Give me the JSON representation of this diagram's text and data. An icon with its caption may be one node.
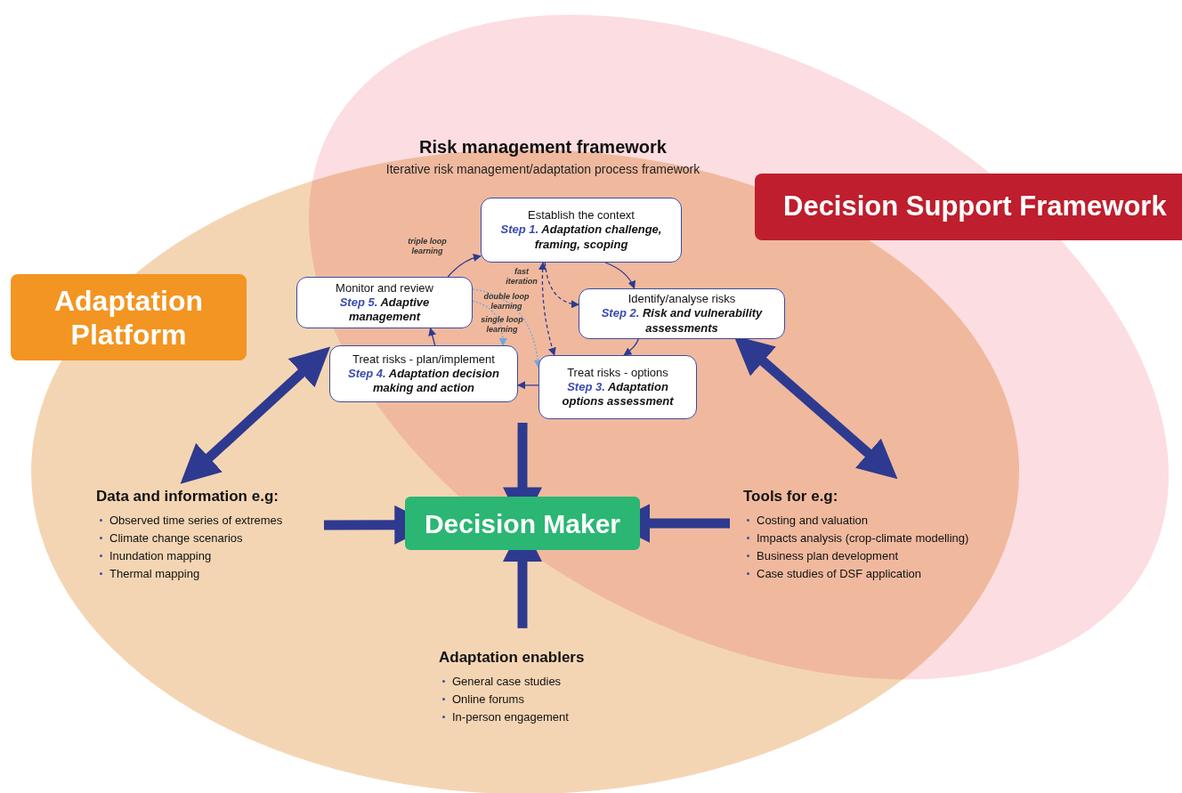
{
  "diagram": {
    "nodes": [
      {
        "text": [
          "Adaptation Platform"
        ]
      },
      {
        "text": [
          "Decision Support Framework"
        ]
      },
      {
        "text": [
          "Risk management framework",
          "Iterative risk management/adaptation process framework"
        ]
      },
      {
        "text": [
          "Establish the context",
          "Step 1.",
          "Adaptation challenge, framing, scoping"
        ],
        "in": 2
      },
      {
        "text": [
          "Identify/analyse risks",
          "Step 2.",
          "Risk and vulnerability assessments"
        ],
        "in": 2
      },
      {
        "text": [
          "Treat risks - options",
          "Step 3.",
          "Adaptation options assessment"
        ],
        "in": 2
      },
      {
        "text": [
          "Treat risks - plan/implement",
          "Step 4.",
          "Adaptation decision making and action"
        ],
        "in": 2
      },
      {
        "text": [
          "Monitor and review",
          "Step 5.",
          "Adaptive management"
        ],
        "in": 2
      },
      {
        "text": [
          "Data and information e.g:",
          "Observed time series of extremes",
          "Climate change scenarios",
          "Inundation mapping",
          "Thermal mapping"
        ]
      },
      {
        "text": [
          "Decision Maker"
        ]
      },
      {
        "text": [
          "Tools for e.g:",
          "Costing and valuation",
          "Impacts analysis (crop-climate modelling)",
          "Business plan development",
          "Case studies of DSF application"
        ]
      },
      {
        "text": [
          "Adaptation enablers",
          "General case studies",
          "Online forums",
          "In-person engagement"
        ]
      }
    ],
    "edges": [
      {
        "from": 3,
        "to": 4,
        "arrow": "to"
      },
      {
        "from": 4,
        "to": 5,
        "arrow": "to"
      },
      {
        "from": 5,
        "to": 6,
        "arrow": "to"
      },
      {
        "from": 6,
        "to": 7,
        "arrow": "to"
      },
      {
        "from": 7,
        "to": 3,
        "arrow": "to",
        "label": "triple loop learning"
      },
      {
        "from": 7,
        "to": 5,
        "arrow": "to",
        "label": "double loop learning",
        "style": "dashed",
        "color": "#6fa8dc"
      },
      {
        "from": 7,
        "to": 6,
        "arrow": "to",
        "label": "single loop learning",
        "style": "dashed",
        "color": "#6fa8dc"
      },
      {
        "from": 3,
        "to": 5,
        "arrow": "both",
        "label": "fast iteration",
        "style": "dashed"
      },
      {
        "from": 3,
        "to": 4,
        "arrow": "to",
        "style": "dashed"
      },
      {
        "from": 2,
        "to": 9,
        "arrow": "to",
        "style": "thick"
      },
      {
        "from": 8,
        "to": 9,
        "arrow": "to",
        "style": "thick"
      },
      {
        "from": 10,
        "to": 9,
        "arrow": "to",
        "style": "thick"
      },
      {
        "from": 11,
        "to": 9,
        "arrow": "to",
        "style": "thick"
      },
      {
        "from": 2,
        "to": 8,
        "arrow": "both",
        "style": "thick"
      },
      {
        "from": 2,
        "to": 10,
        "arrow": "both",
        "style": "thick"
      }
    ]
  }
}
